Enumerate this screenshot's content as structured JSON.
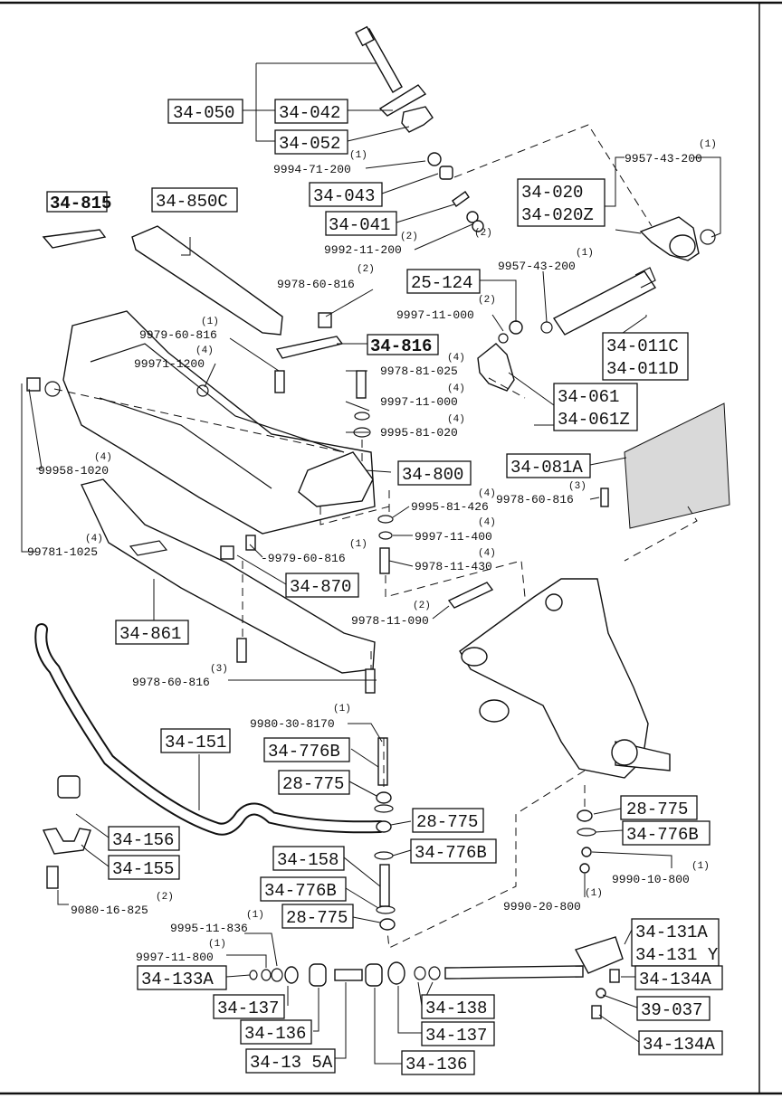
{
  "boxed_part_labels": {
    "p34_050": "34-050",
    "p34_042": "34-042",
    "p34_052": "34-052",
    "p34_043": "34-043",
    "p34_041": "34-041",
    "p34_020": "34-020",
    "p34_020Z": "34-020Z",
    "p34_815": "34-815",
    "p34_850C": "34-850C",
    "p25_124": "25-124",
    "p34_816": "34-816",
    "p34_011C": "34-011C",
    "p34_011D": "34-011D",
    "p34_061": "34-061",
    "p34_061Z": "34-061Z",
    "p34_081A": "34-081A",
    "p34_800": "34-800",
    "p34_870": "34-870",
    "p34_861": "34-861",
    "p34_151": "34-151",
    "p34_776B_a": "34-776B",
    "p28_775_a": "28-775",
    "p28_775_b": "28-775",
    "p34_776B_b": "34-776B",
    "p34_158": "34-158",
    "p34_776B_c": "34-776B",
    "p28_775_c": "28-775",
    "p28_775_d": "28-775",
    "p34_776B_d": "34-776B",
    "p34_156": "34-156",
    "p34_155": "34-155",
    "p34_131A": "34-131A",
    "p34_131Y": "34-131 Y",
    "p34_134A_a": "34-134A",
    "p39_037": "39-037",
    "p34_134A_b": "34-134A",
    "p34_133A": "34-133A",
    "p34_137_a": "34-137",
    "p34_136_a": "34-136",
    "p34_135A": "34-13 5A",
    "p34_138": "34-138",
    "p34_137_b": "34-137",
    "p34_136_b": "34-136"
  },
  "plain_part_labels": {
    "n9994_71_200": "9994-71-200",
    "n9992_11_200": "9992-11-200",
    "n9957_43_200a": "9957-43-200",
    "n9957_43_200b": "9957-43-200",
    "n9978_60_816a": "9978-60-816",
    "n9997_11_000a": "9997-11-000",
    "n9979_60_816a": "9979-60-816",
    "n99971_1200": "99971-1200",
    "n9978_81_025": "9978-81-025",
    "n9997_11_000b": "9997-11-000",
    "n9995_81_020": "9995-81-020",
    "n99958_1020": "99958-1020",
    "n99781_1025": "99781-1025",
    "n9978_60_816b": "9978-60-816",
    "n9995_81_426": "9995-81-426",
    "n9997_11_400": "9997-11-400",
    "n9979_60_816b": "-9979-60-816",
    "n9978_11_430": "9978-11-430",
    "n9978_11_090": "9978-11-090",
    "n9978_60_816c": "9978-60-816",
    "n9980_30_8170": "9980-30-8170",
    "n9990_10_800": "9990-10-800",
    "n9990_20_800": "9990-20-800",
    "n9080_16_825": "9080-16-825",
    "n9995_11_836": "9995-11-836",
    "n9997_11_800": "9997-11-800"
  },
  "quantity_labels": {
    "q9994": "(1)",
    "q9992": "(2)",
    "q034041": "(2)",
    "q9957a": "(1)",
    "q9957b": "(1)",
    "q9978_60_816a": "(2)",
    "q9997a": "(2)",
    "q9979a": "(1)",
    "q99971": "(4)",
    "q9978_81": "(4)",
    "q9997b": "(4)",
    "q9995_81": "(4)",
    "q99958": "(4)",
    "q99781": "(4)",
    "q9978_60_816b": "(3)",
    "q9995_426": "(4)",
    "q9997_400": "(4)",
    "q9979b": "(1)",
    "q9978_430": "(4)",
    "q9978_090": "(2)",
    "q9978_60_816c": "(3)",
    "q9980": "(1)",
    "q9990_10": "(1)",
    "q9990_20": "(1)",
    "q9080": "(2)",
    "q9995_11": "(1)",
    "q9997_11_800": "(1)"
  }
}
